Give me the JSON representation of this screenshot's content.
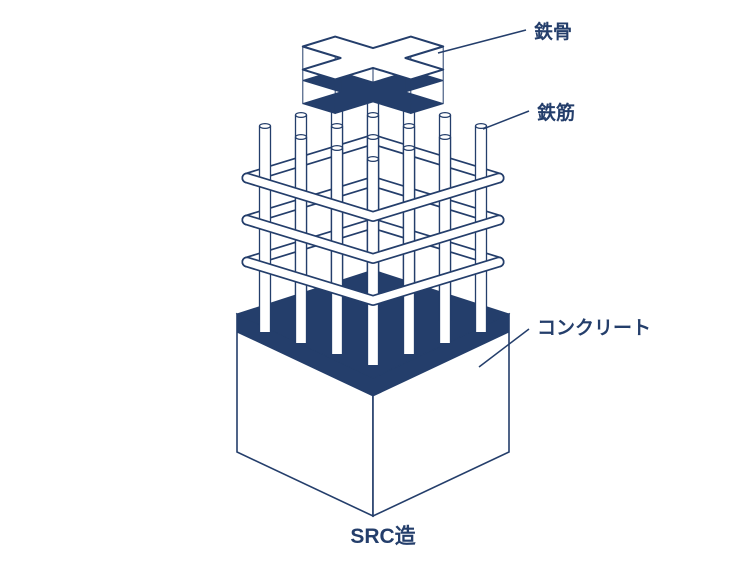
{
  "colors": {
    "navy": "#243e6b",
    "surface": "#ffffff"
  },
  "diagram": {
    "caption": "SRC造",
    "labels": [
      {
        "id": "steel-frame",
        "text": "鉄骨"
      },
      {
        "id": "rebar",
        "text": "鉄筋"
      },
      {
        "id": "concrete",
        "text": "コンクリート"
      }
    ]
  }
}
